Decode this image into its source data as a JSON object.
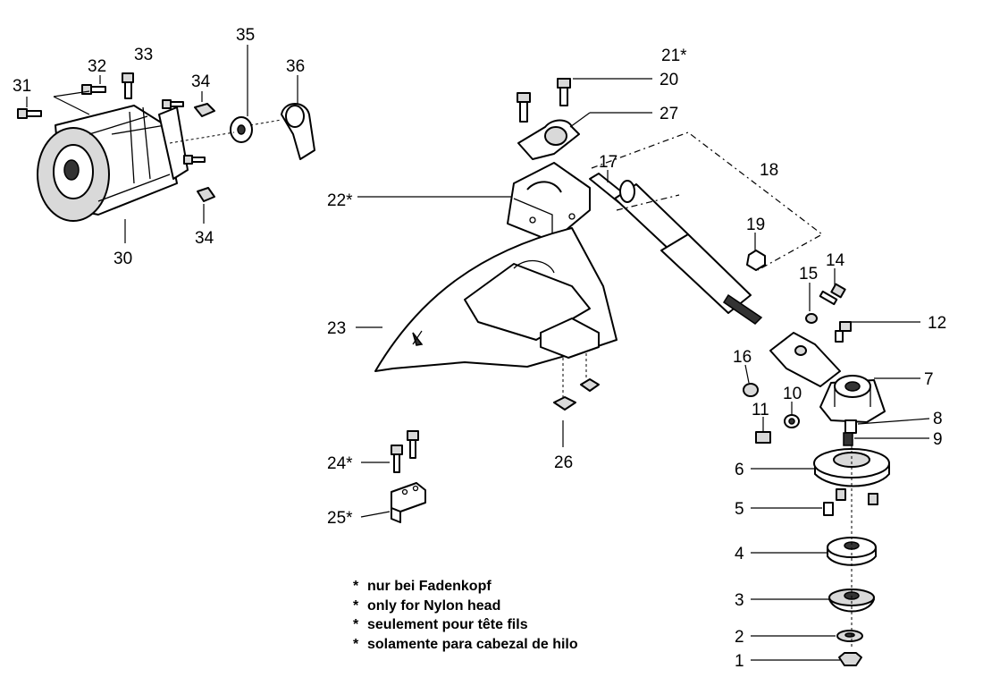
{
  "callouts": {
    "c1": "1",
    "c2": "2",
    "c3": "3",
    "c4": "4",
    "c5": "5",
    "c6": "6",
    "c7": "7",
    "c8": "8",
    "c9": "9",
    "c10": "10",
    "c11": "11",
    "c12": "12",
    "c14": "14",
    "c15": "15",
    "c16": "16",
    "c17": "17",
    "c18": "18",
    "c19": "19",
    "c20": "20",
    "c21": "21*",
    "c22": "22*",
    "c23": "23",
    "c24": "24*",
    "c25": "25*",
    "c26": "26",
    "c27": "27",
    "c30": "30",
    "c31": "31",
    "c32": "32",
    "c33": "33",
    "c34a": "34",
    "c34b": "34",
    "c35": "35",
    "c36": "36"
  },
  "notes": {
    "asterisk": "*",
    "de": "nur bei Fadenkopf",
    "en": "only for Nylon head",
    "fr": "seulement pour tête fils",
    "es": "solamente para cabezal de hilo"
  },
  "colors": {
    "ink": "#000000",
    "paper": "#ffffff",
    "shade": "#d9d9d9"
  }
}
